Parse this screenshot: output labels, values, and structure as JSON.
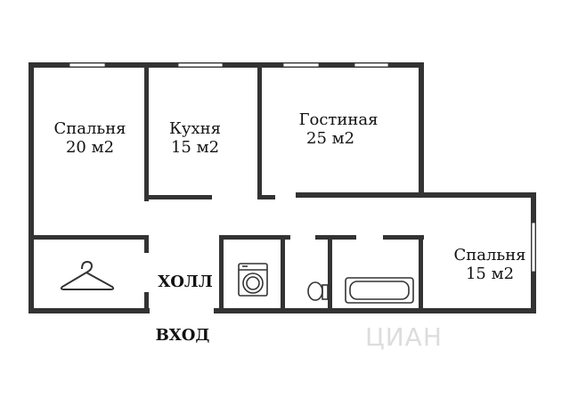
{
  "colors": {
    "walls": "#333333",
    "background": "#ffffff",
    "watermark": "#dddddd"
  },
  "rooms": {
    "bedroom_left": {
      "name": "Спальня",
      "area": "20 м2"
    },
    "kitchen": {
      "name": "Кухня",
      "area": "15 м2"
    },
    "living": {
      "name": "Гостиная",
      "area": "25 м2"
    },
    "bedroom_right": {
      "name": "Спальня",
      "area": "15 м2"
    },
    "hall": {
      "name": "ХОЛЛ"
    },
    "entrance": {
      "name": "ВХОД"
    }
  },
  "fixtures": [
    "hanger-icon",
    "washing-machine-icon",
    "toilet-icon",
    "bathtub-icon"
  ],
  "watermark": {
    "text": "ЦИАН"
  }
}
